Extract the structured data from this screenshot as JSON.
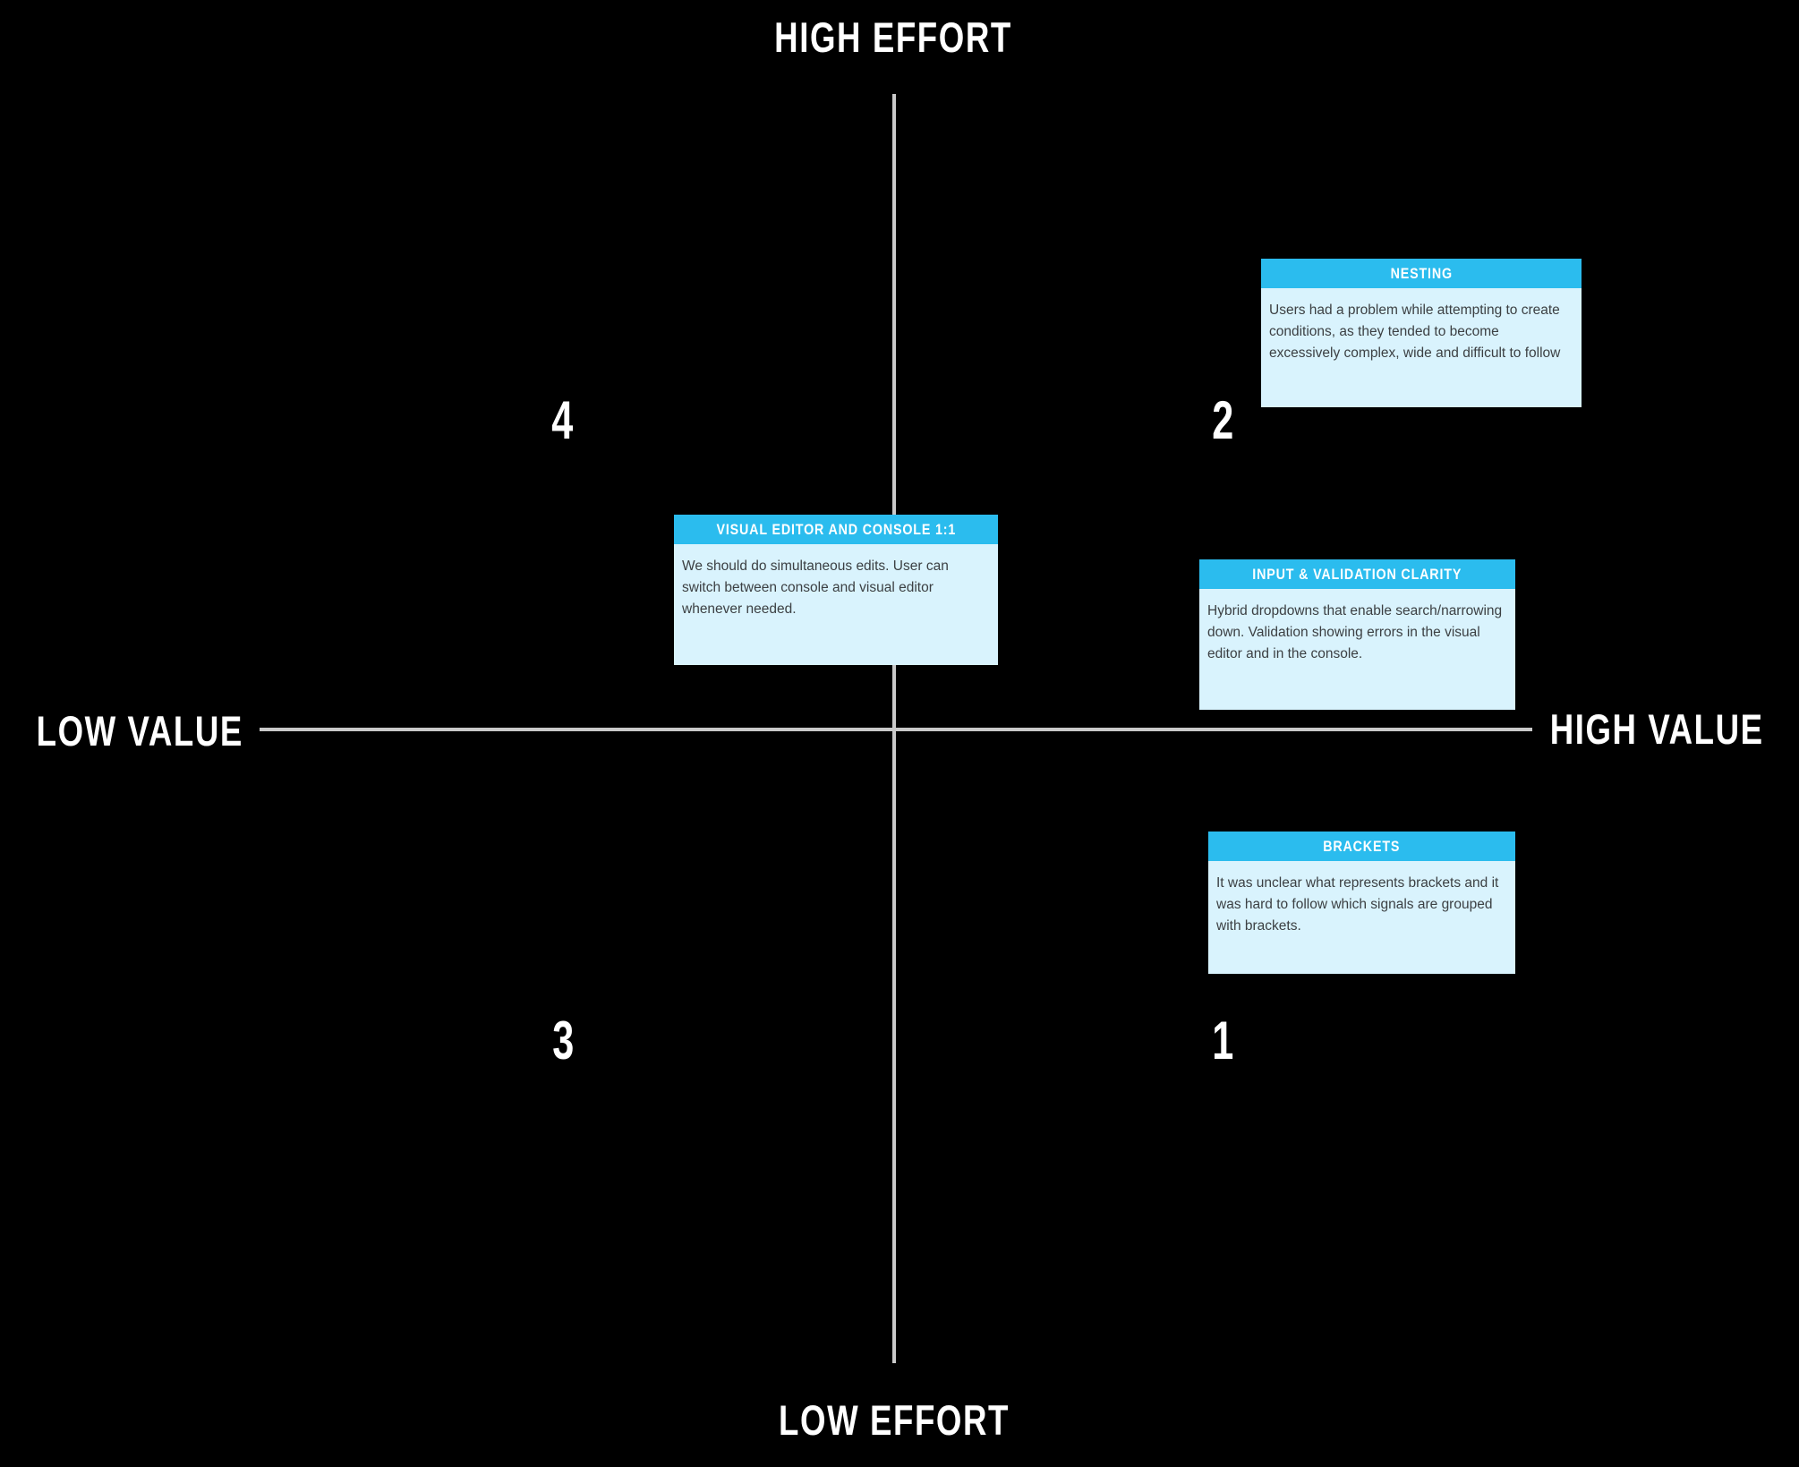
{
  "matrix": {
    "axis_labels": {
      "top": "HIGH EFFORT",
      "bottom": "LOW EFFORT",
      "left": "LOW VALUE",
      "right": "HIGH VALUE"
    },
    "quadrant_numbers": {
      "top_left": "4",
      "top_right": "2",
      "bottom_left": "3",
      "bottom_right": "1"
    }
  },
  "cards": [
    {
      "title": "NESTING",
      "body": "Users had a problem while attempting to create conditions, as they tended to become excessively complex, wide and difficult to follow"
    },
    {
      "title": "VISUAL EDITOR AND CONSOLE 1:1",
      "body": "We should do simultaneous edits. User can switch between console and visual editor whenever needed."
    },
    {
      "title": "INPUT & VALIDATION CLARITY",
      "body": "Hybrid dropdowns that enable search/narrowing down. Validation showing errors in the visual editor and in the console."
    },
    {
      "title": "BRACKETS",
      "body": "It was unclear what represents brackets and it was hard to follow which signals are grouped with brackets."
    }
  ],
  "colors": {
    "background": "#000000",
    "axis_line": "#c9c9c9",
    "label_text": "#ffffff",
    "card_header_bg": "#2bbcee",
    "card_header_text": "#ffffff",
    "card_body_bg": "#d9f3fd",
    "card_body_text": "#3c4043"
  }
}
